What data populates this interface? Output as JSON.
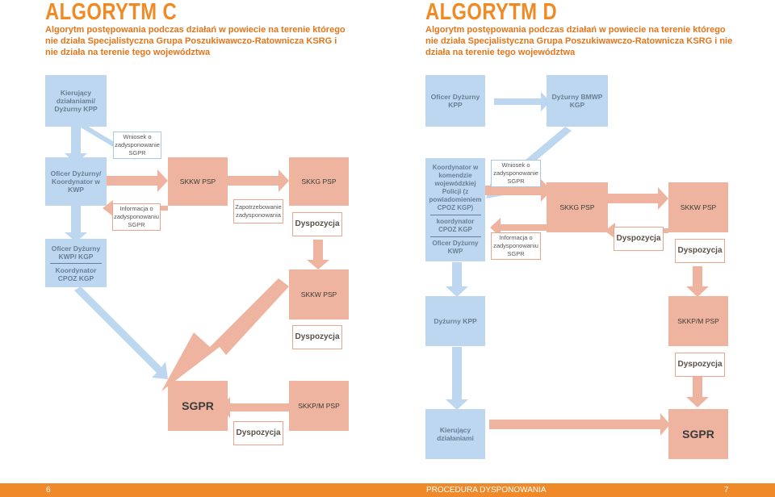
{
  "left": {
    "title": "ALGORYTM C",
    "subtitle": "Algorytm postępowania podczas działań w powiecie na terenie którego nie działa Specjalistyczna Grupa Poszukiwawczo-Ratownicza KSRG i nie działa na terenie tego województwa",
    "kierujacy": "Kierujący działaniami/ Dyżurny KPP",
    "wniosek": "Wniosek o zadysponowanie SGPR",
    "oficer_kwp": "Oficer Dyżurny/ Koordynator w KWP",
    "informacja": "Informacja o zadysponowaniu SGPR",
    "skkw1": "SKKW PSP",
    "zapotrzebowanie": "Zapotrzebowanie zadysponowania",
    "skkg": "SKKG PSP",
    "dyspozycja1": "Dyspozycja",
    "oficer_kwp_kgp": "Oficer Dyżurny KWP/ KGP",
    "koordynator_cpoz": "Koordynator CPOZ KGP",
    "skkw2": "SKKW PSP",
    "dyspozycja2": "Dyspozycja",
    "sgpr": "SGPR",
    "skkp": "SKKP/M PSP",
    "dyspozycja3": "Dyspozycja"
  },
  "right": {
    "title": "ALGORYTM D",
    "subtitle": "Algorytm postępowania podczas działań w powiecie na terenie którego nie działa Specjalistyczna Grupa Poszukiwawczo-Ratownicza KSRG i nie działa na terenie tego województwa",
    "oficer_kpp": "Oficer Dyżurny KPP",
    "dyzurny_bmwp": "Dyżurny BMWP KGP",
    "koordynator_kw_a": "Koordynator w komendzie wojewódzkiej Policji (z powiadomieniem CPOZ KGP)",
    "koordynator_kw_b": "koordynator CPOZ KGP",
    "koordynator_kw_c": "Oficer Dyżurny KWP",
    "wniosek": "Wniosek o zadysponowanie SGPR",
    "informacja": "Informacja o zadysponowaniu SGPR",
    "skkg": "SKKG PSP",
    "dyspozycja1": "Dyspozycja",
    "skkw": "SKKW PSP",
    "dyspozycja2": "Dyspozycja",
    "dyzurny_kpp": "Dyżurny KPP",
    "skkp": "SKKP/M PSP",
    "dyspozycja3": "Dyspozycja",
    "kierujacy": "Kierujący działaniami",
    "sgpr": "SGPR"
  },
  "footer": {
    "page_left": "6",
    "center": "PROCEDURA DYSPONOWANIA",
    "page_right": "7"
  },
  "colors": {
    "orange": "#f08a24",
    "blue": "#bcd7ef",
    "salmon": "#efb49f"
  }
}
